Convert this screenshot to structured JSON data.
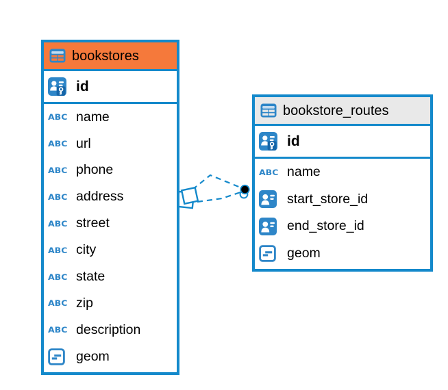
{
  "colors": {
    "accent_blue": "#1489CB",
    "icon_blue": "#2E86C8",
    "icon_band_light": "#C4DCF0",
    "pk_badge_blue": "#1565A8",
    "bookstores_header_bg": "#F5793B",
    "routes_header_bg": "#E9E9E9",
    "connector_dot": "#000000",
    "canvas_bg": "#FFFFFF",
    "text": "#000000"
  },
  "icon_glyphs": {
    "text_type": "ABC"
  },
  "diagram": {
    "tables": [
      {
        "name": "bookstores",
        "icon": "table-icon",
        "header_style": "orange",
        "key_columns": [
          {
            "name": "id",
            "icon": "primary-key-icon",
            "key": true
          }
        ],
        "columns": [
          {
            "name": "name",
            "icon": "text-type-icon"
          },
          {
            "name": "url",
            "icon": "text-type-icon"
          },
          {
            "name": "phone",
            "icon": "text-type-icon"
          },
          {
            "name": "address",
            "icon": "text-type-icon"
          },
          {
            "name": "street",
            "icon": "text-type-icon"
          },
          {
            "name": "city",
            "icon": "text-type-icon"
          },
          {
            "name": "state",
            "icon": "text-type-icon"
          },
          {
            "name": "zip",
            "icon": "text-type-icon"
          },
          {
            "name": "description",
            "icon": "text-type-icon"
          },
          {
            "name": "geom",
            "icon": "geometry-type-icon"
          }
        ]
      },
      {
        "name": "bookstore_routes",
        "icon": "table-icon",
        "header_style": "gray",
        "key_columns": [
          {
            "name": "id",
            "icon": "primary-key-icon",
            "key": true
          }
        ],
        "columns": [
          {
            "name": "name",
            "icon": "text-type-icon"
          },
          {
            "name": "start_store_id",
            "icon": "foreign-key-icon"
          },
          {
            "name": "end_store_id",
            "icon": "foreign-key-icon"
          },
          {
            "name": "geom",
            "icon": "geometry-type-icon"
          }
        ]
      }
    ],
    "relationship": {
      "from_table": "bookstores",
      "to_table": "bookstore_routes",
      "line_style": "dashed",
      "line_count": 2,
      "source_marker": "stacked-squares",
      "target_marker": "filled-dot"
    }
  }
}
